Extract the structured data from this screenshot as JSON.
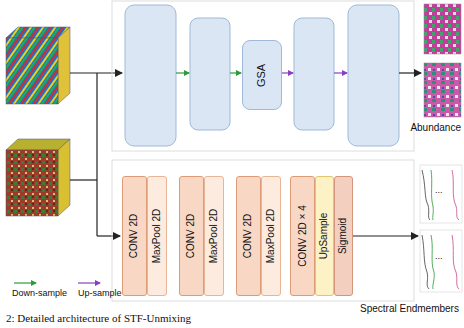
{
  "diagram": {
    "caption": "2: Detailed architecture of STF-Unmixing",
    "nodes": [
      {
        "text": [
          "GSA"
        ]
      },
      {
        "text": [
          "CONV 2D"
        ]
      },
      {
        "text": [
          "MaxPool 2D"
        ]
      },
      {
        "text": [
          "CONV 2D"
        ]
      },
      {
        "text": [
          "MaxPool 2D"
        ]
      },
      {
        "text": [
          "CONV 2D"
        ]
      },
      {
        "text": [
          "MaxPool 2D"
        ]
      },
      {
        "text": [
          "CONV 2D × 4"
        ]
      },
      {
        "text": [
          "UpSample"
        ]
      },
      {
        "text": [
          "Sigmoid"
        ]
      }
    ],
    "labels": [
      "Abundance",
      "...",
      "...",
      "Spectral Endmembers"
    ],
    "legend": [
      {
        "text": "Down-sample"
      },
      {
        "text": "Up-sample"
      }
    ]
  }
}
